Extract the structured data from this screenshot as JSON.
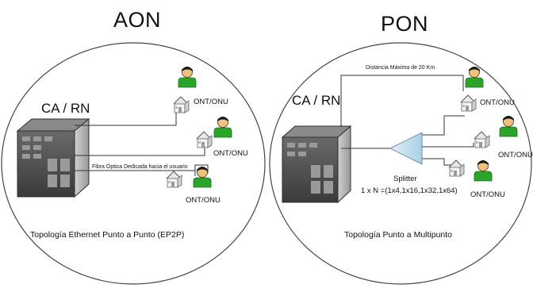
{
  "aon": {
    "title": "AON",
    "ca_label": "CA / RN",
    "fiber_label": "Fibra Óptica Dedicada hacia el usuario",
    "ont_labels": [
      "ONT/ONU",
      "ONT/ONU",
      "ONT/ONU"
    ],
    "caption": "Topología Ethernet Punto a Punto (EP2P)"
  },
  "pon": {
    "title": "PON",
    "ca_label": "CA / RN",
    "distance_label": "Distancia Máxima de 20 Km",
    "splitter_label": "Splitter",
    "ratio_label": "1 x N =(1x4,1x16,1x32,1x64)",
    "ont_labels": [
      "ONT/ONU",
      "ONT/ONU",
      "ONT/ONU"
    ],
    "caption": "Topología Punto a Multipunto"
  },
  "colors": {
    "user_green": "#2aa52a",
    "splitter_blue": "#bfdcee",
    "server_dark": "#4a4a4a"
  }
}
